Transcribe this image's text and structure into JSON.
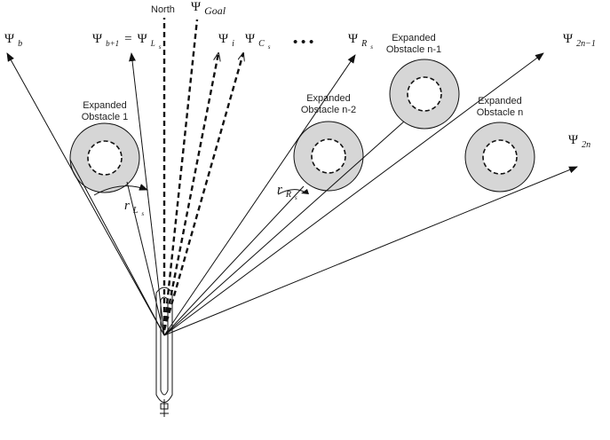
{
  "labels": {
    "north": "North",
    "psi": "Ψ",
    "goal_sub": "Goal",
    "b_sub": "b",
    "b1_sub": "b+1",
    "eq": "=",
    "ls_sub": "L",
    "ls_subsub": "s",
    "i_sub": "i",
    "cs_sub": "C",
    "cs_subsub": "s",
    "dots": "• • •",
    "rs_sub": "R",
    "rs_subsub": "s",
    "twon1_sub": "2n−1",
    "twon_sub": "2n",
    "r": "r",
    "r_ls_sub": "L",
    "r_ls_subsub": "s",
    "r_rs_sub": "R",
    "r_rs_subsub": "s"
  },
  "obstacles": [
    {
      "line1": "Expanded",
      "line2": "Obstacle 1"
    },
    {
      "line1": "Expanded",
      "line2": "Obstacle n-2"
    },
    {
      "line1": "Expanded",
      "line2": "Obstacle n-1"
    },
    {
      "line1": "Expanded",
      "line2": "Obstacle n"
    }
  ],
  "colors": {
    "ring_fill": "#d6d6d6",
    "line": "#111111"
  }
}
